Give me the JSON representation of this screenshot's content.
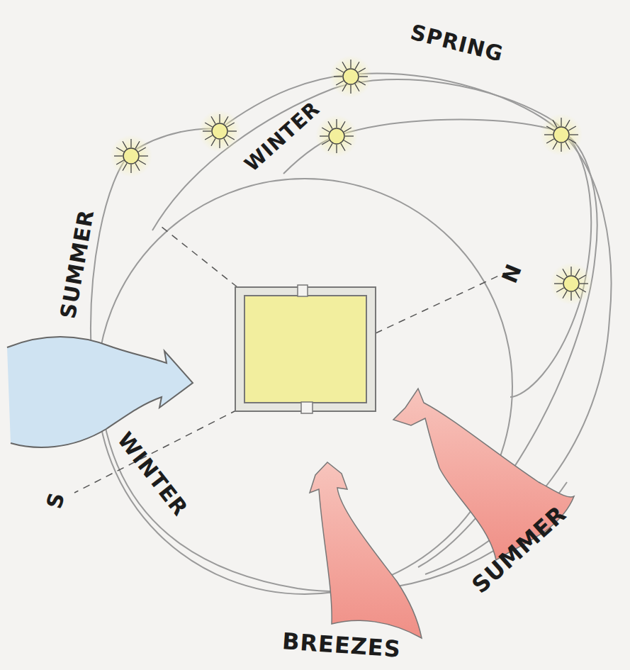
{
  "diagram": {
    "labels": [
      "SPRING",
      "WINTER",
      "SUMMER",
      "N",
      "S",
      "WINTER",
      "SUMMER",
      "BREEZES"
    ]
  }
}
